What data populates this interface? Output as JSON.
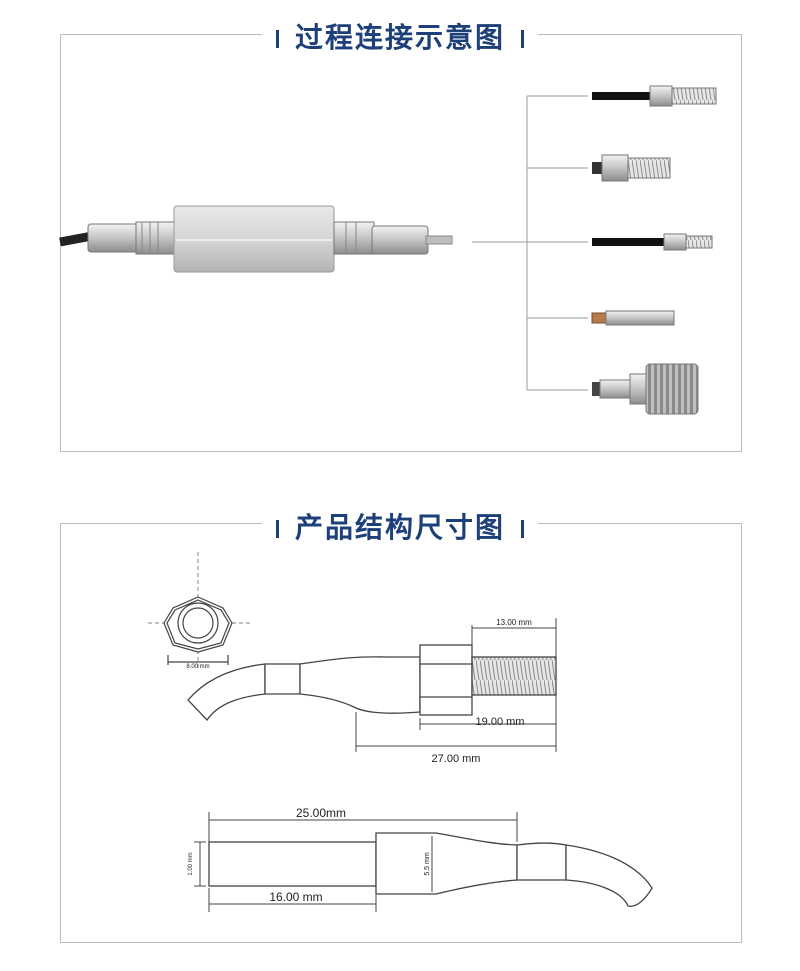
{
  "sections": [
    {
      "title": "过程连接示意图"
    },
    {
      "title": "产品结构尺寸图"
    }
  ],
  "dimensions": {
    "hex_width": "8.00 mm",
    "thread_length": "13.00 mm",
    "hex_to_tip": "19.00 mm",
    "total_top": "27.00 mm",
    "probe_length": "25.00mm",
    "tip_length": "16.00 mm",
    "tip_diameter": "1.00 mm",
    "body_diameter": "5.5 mm"
  }
}
